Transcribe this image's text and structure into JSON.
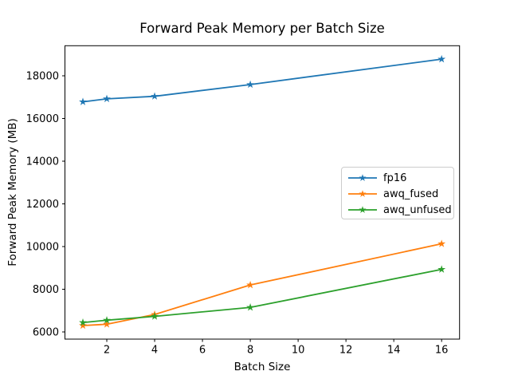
{
  "chart_data": {
    "type": "line",
    "title": "Forward Peak Memory per Batch Size",
    "xlabel": "Batch Size",
    "ylabel": "Forward Peak Memory (MB)",
    "x": [
      1,
      2,
      4,
      8,
      16
    ],
    "series": [
      {
        "name": "fp16",
        "color": "#1f77b4",
        "values": [
          16780,
          16920,
          17040,
          17590,
          18780
        ]
      },
      {
        "name": "awq_fused",
        "color": "#ff7f0e",
        "values": [
          6300,
          6360,
          6820,
          8200,
          10130
        ]
      },
      {
        "name": "awq_unfused",
        "color": "#2ca02c",
        "values": [
          6440,
          6550,
          6730,
          7150,
          8930
        ]
      }
    ],
    "marker": "star",
    "xticks": [
      2,
      4,
      6,
      8,
      10,
      12,
      14,
      16
    ],
    "yticks": [
      6000,
      8000,
      10000,
      12000,
      14000,
      16000,
      18000
    ],
    "xlim": [
      0.25,
      16.75
    ],
    "ylim": [
      5664,
      19409
    ],
    "grid": false,
    "legend_position": "center right"
  }
}
